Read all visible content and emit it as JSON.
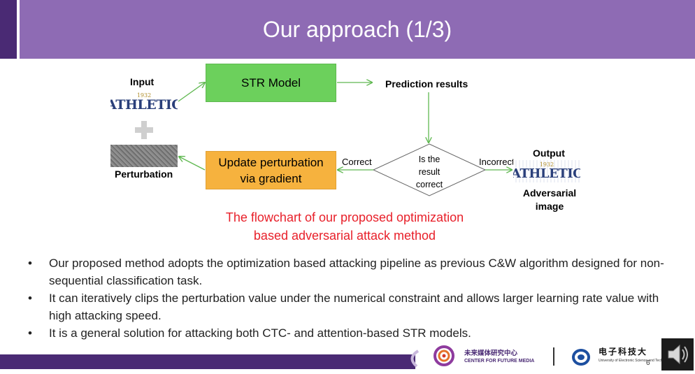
{
  "title": "Our approach (1/3)",
  "diagram": {
    "input_label": "Input",
    "perturbation_label": "Perturbation",
    "str_model": "STR Model",
    "prediction_results": "Prediction results",
    "decision": [
      "Is the",
      "result",
      "correct"
    ],
    "correct_label": "Correct",
    "incorrect_label": "Incorrect",
    "update_box": [
      "Update perturbation",
      "via gradient"
    ],
    "output_label": "Output",
    "adversarial_label": [
      "Adversarial",
      "image"
    ],
    "athletic_text": "ATHLETIC",
    "year_text": "1932",
    "caption": [
      "The flowchart of our proposed optimization",
      "based adversarial attack method"
    ]
  },
  "bullets": [
    "Our proposed method adopts the optimization based attacking pipeline as previous C&W algorithm designed for non-sequential classification task.",
    "It can iteratively clips the perturbation value under the numerical constraint and allows larger learning rate value with high attacking speed.",
    "It is a general solution for attacking both CTC- and attention-based STR models."
  ],
  "bullet_char": "•",
  "footer": {
    "logo1_cn": "未来媒体研究中心",
    "logo1_en": "CENTER FOR FUTURE MEDIA",
    "logo2_cn": "电子科技大",
    "logo2_en": "University of Electronic Science and Technology of China",
    "page_number": "6"
  },
  "colors": {
    "title_bar": "#8e6bb4",
    "left_strip": "#4a2a74",
    "str_box": "#6cd05c",
    "update_box": "#f6b23e",
    "caption": "#e8202a",
    "arrow": "#5fb850"
  },
  "icons": [
    "plus-icon",
    "speaker-icon"
  ]
}
